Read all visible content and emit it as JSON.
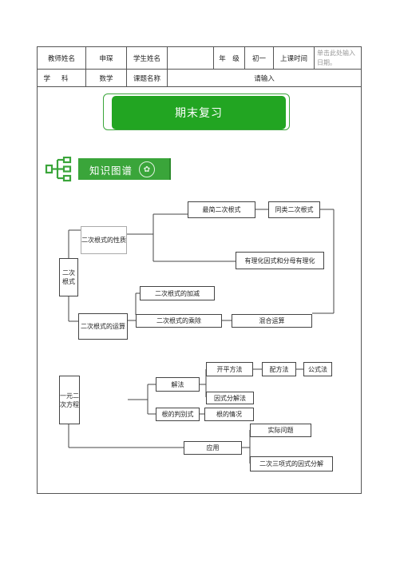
{
  "header": {
    "teacher_label": "教师姓名",
    "teacher_value": "申琛",
    "student_label": "学生姓名",
    "student_value": "",
    "grade_label": "年　级",
    "grade_value": "初一",
    "time_label": "上课时间",
    "time_placeholder": "单击此处输入日期。",
    "subject_label": "学科",
    "subject_value": "数学",
    "topic_label": "课题名称",
    "topic_placeholder": "请输入"
  },
  "banner": {
    "title": "期末复习"
  },
  "section": {
    "title": "知识图谱"
  },
  "diagram1": {
    "root": "二次根式",
    "nature": "二次根式的性质",
    "simplest": "最简二次根式",
    "like_radicals": "同类二次根式",
    "rationalize": "有理化因式和分母有理化",
    "add_sub": "二次根式的加减",
    "operations": "二次根式的运算",
    "mul_div": "二次根式的乘除",
    "mixed": "混合运算"
  },
  "diagram2": {
    "root": "一元二次方程",
    "solutions": "解法",
    "sqrt_method": "开平方法",
    "complete_square": "配方法",
    "formula": "公式法",
    "factor_method": "因式分解法",
    "discriminant": "根的判别式",
    "root_cases": "根的情况",
    "application": "应用",
    "practical": "实际问题",
    "quad_factor": "二次三项式的因式分解"
  }
}
